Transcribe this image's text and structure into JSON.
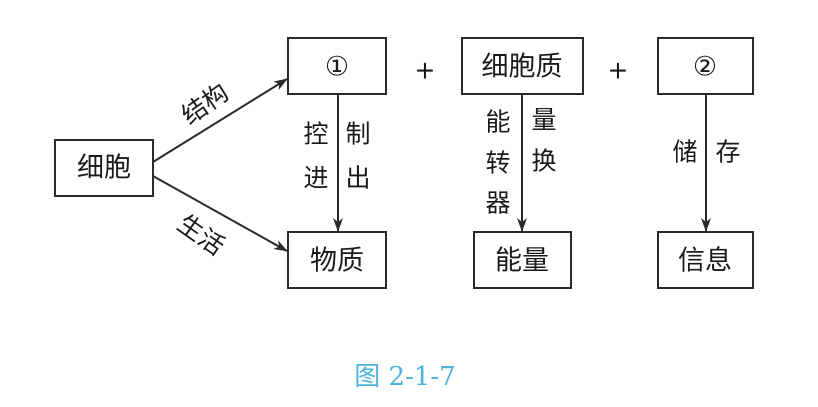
{
  "nodes": {
    "cell": "细胞",
    "blank1": "①",
    "cytoplasm": "细胞质",
    "blank2": "②",
    "matter": "物质",
    "energy": "能量",
    "information": "信息"
  },
  "operators": {
    "plus1": "+",
    "plus2": "+"
  },
  "edge_labels": {
    "structure": "结构",
    "life": "生活",
    "control_left": [
      "控",
      "进"
    ],
    "control_right": [
      "制",
      "出"
    ],
    "energy_left": [
      "能",
      "转",
      "器"
    ],
    "energy_right": [
      "量",
      "换"
    ],
    "store_left": "储",
    "store_right": "存"
  },
  "caption": "图 2-1-7",
  "colors": {
    "line": "#2a2a2a",
    "caption": "#4fb3dc"
  }
}
